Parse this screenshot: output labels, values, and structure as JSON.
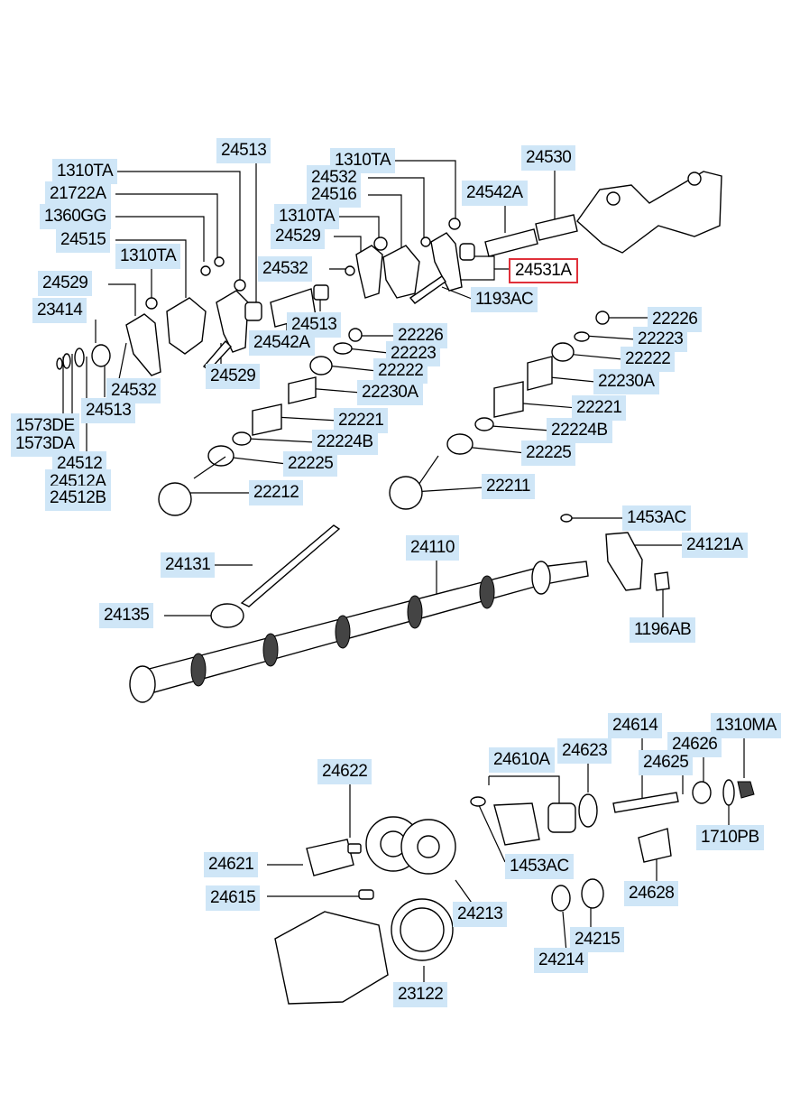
{
  "diagram": {
    "highlight_color": "#e0303a",
    "label_bg_color": "#cfe6f7",
    "labels": {
      "p24513_top": "24513",
      "p1310TA_l": "1310TA",
      "p21722A": "21722A",
      "p1360GG": "1360GG",
      "p24515": "24515",
      "p1310TA_l2": "1310TA",
      "p24529_l": "24529",
      "p23414": "23414",
      "p24532_l": "24532",
      "p24513_l": "24513",
      "p1573DE": "1573DE",
      "p1573DA": "1573DA",
      "p24512": "24512",
      "p24512A": "24512A",
      "p24512B": "24512B",
      "p24529_m": "24529",
      "p24513_m": "24513",
      "p24542A_m": "24542A",
      "p1310TA_m": "1310TA",
      "p24529_m2": "24529",
      "p24532_m": "24532",
      "p1310TA_top": "1310TA",
      "p24532_top": "24532",
      "p24516": "24516",
      "p24530": "24530",
      "p24542A_r": "24542A",
      "p24531A": "24531A",
      "p1193AC": "1193AC",
      "p22226_m": "22226",
      "p22223_m": "22223",
      "p22222_m": "22222",
      "p22230A_m": "22230A",
      "p22221_m": "22221",
      "p22224B_m": "22224B",
      "p22225_m": "22225",
      "p22212": "22212",
      "p22226_r": "22226",
      "p22223_r": "22223",
      "p22222_r": "22222",
      "p22230A_r": "22230A",
      "p22221_r": "22221",
      "p22224B_r": "22224B",
      "p22225_r": "22225",
      "p22211": "22211",
      "p1453AC_r": "1453AC",
      "p24121A": "24121A",
      "p1196AB": "1196AB",
      "p24110": "24110",
      "p24131": "24131",
      "p24135": "24135",
      "p24614": "24614",
      "p1310MA": "1310MA",
      "p24626": "24626",
      "p24625": "24625",
      "p24623": "24623",
      "p24610A": "24610A",
      "p24622": "24622",
      "p1710PB": "1710PB",
      "p24621": "24621",
      "p1453AC_b": "1453AC",
      "p24628": "24628",
      "p24615": "24615",
      "p24213": "24213",
      "p24215": "24215",
      "p24214": "24214",
      "p23122": "23122"
    }
  }
}
